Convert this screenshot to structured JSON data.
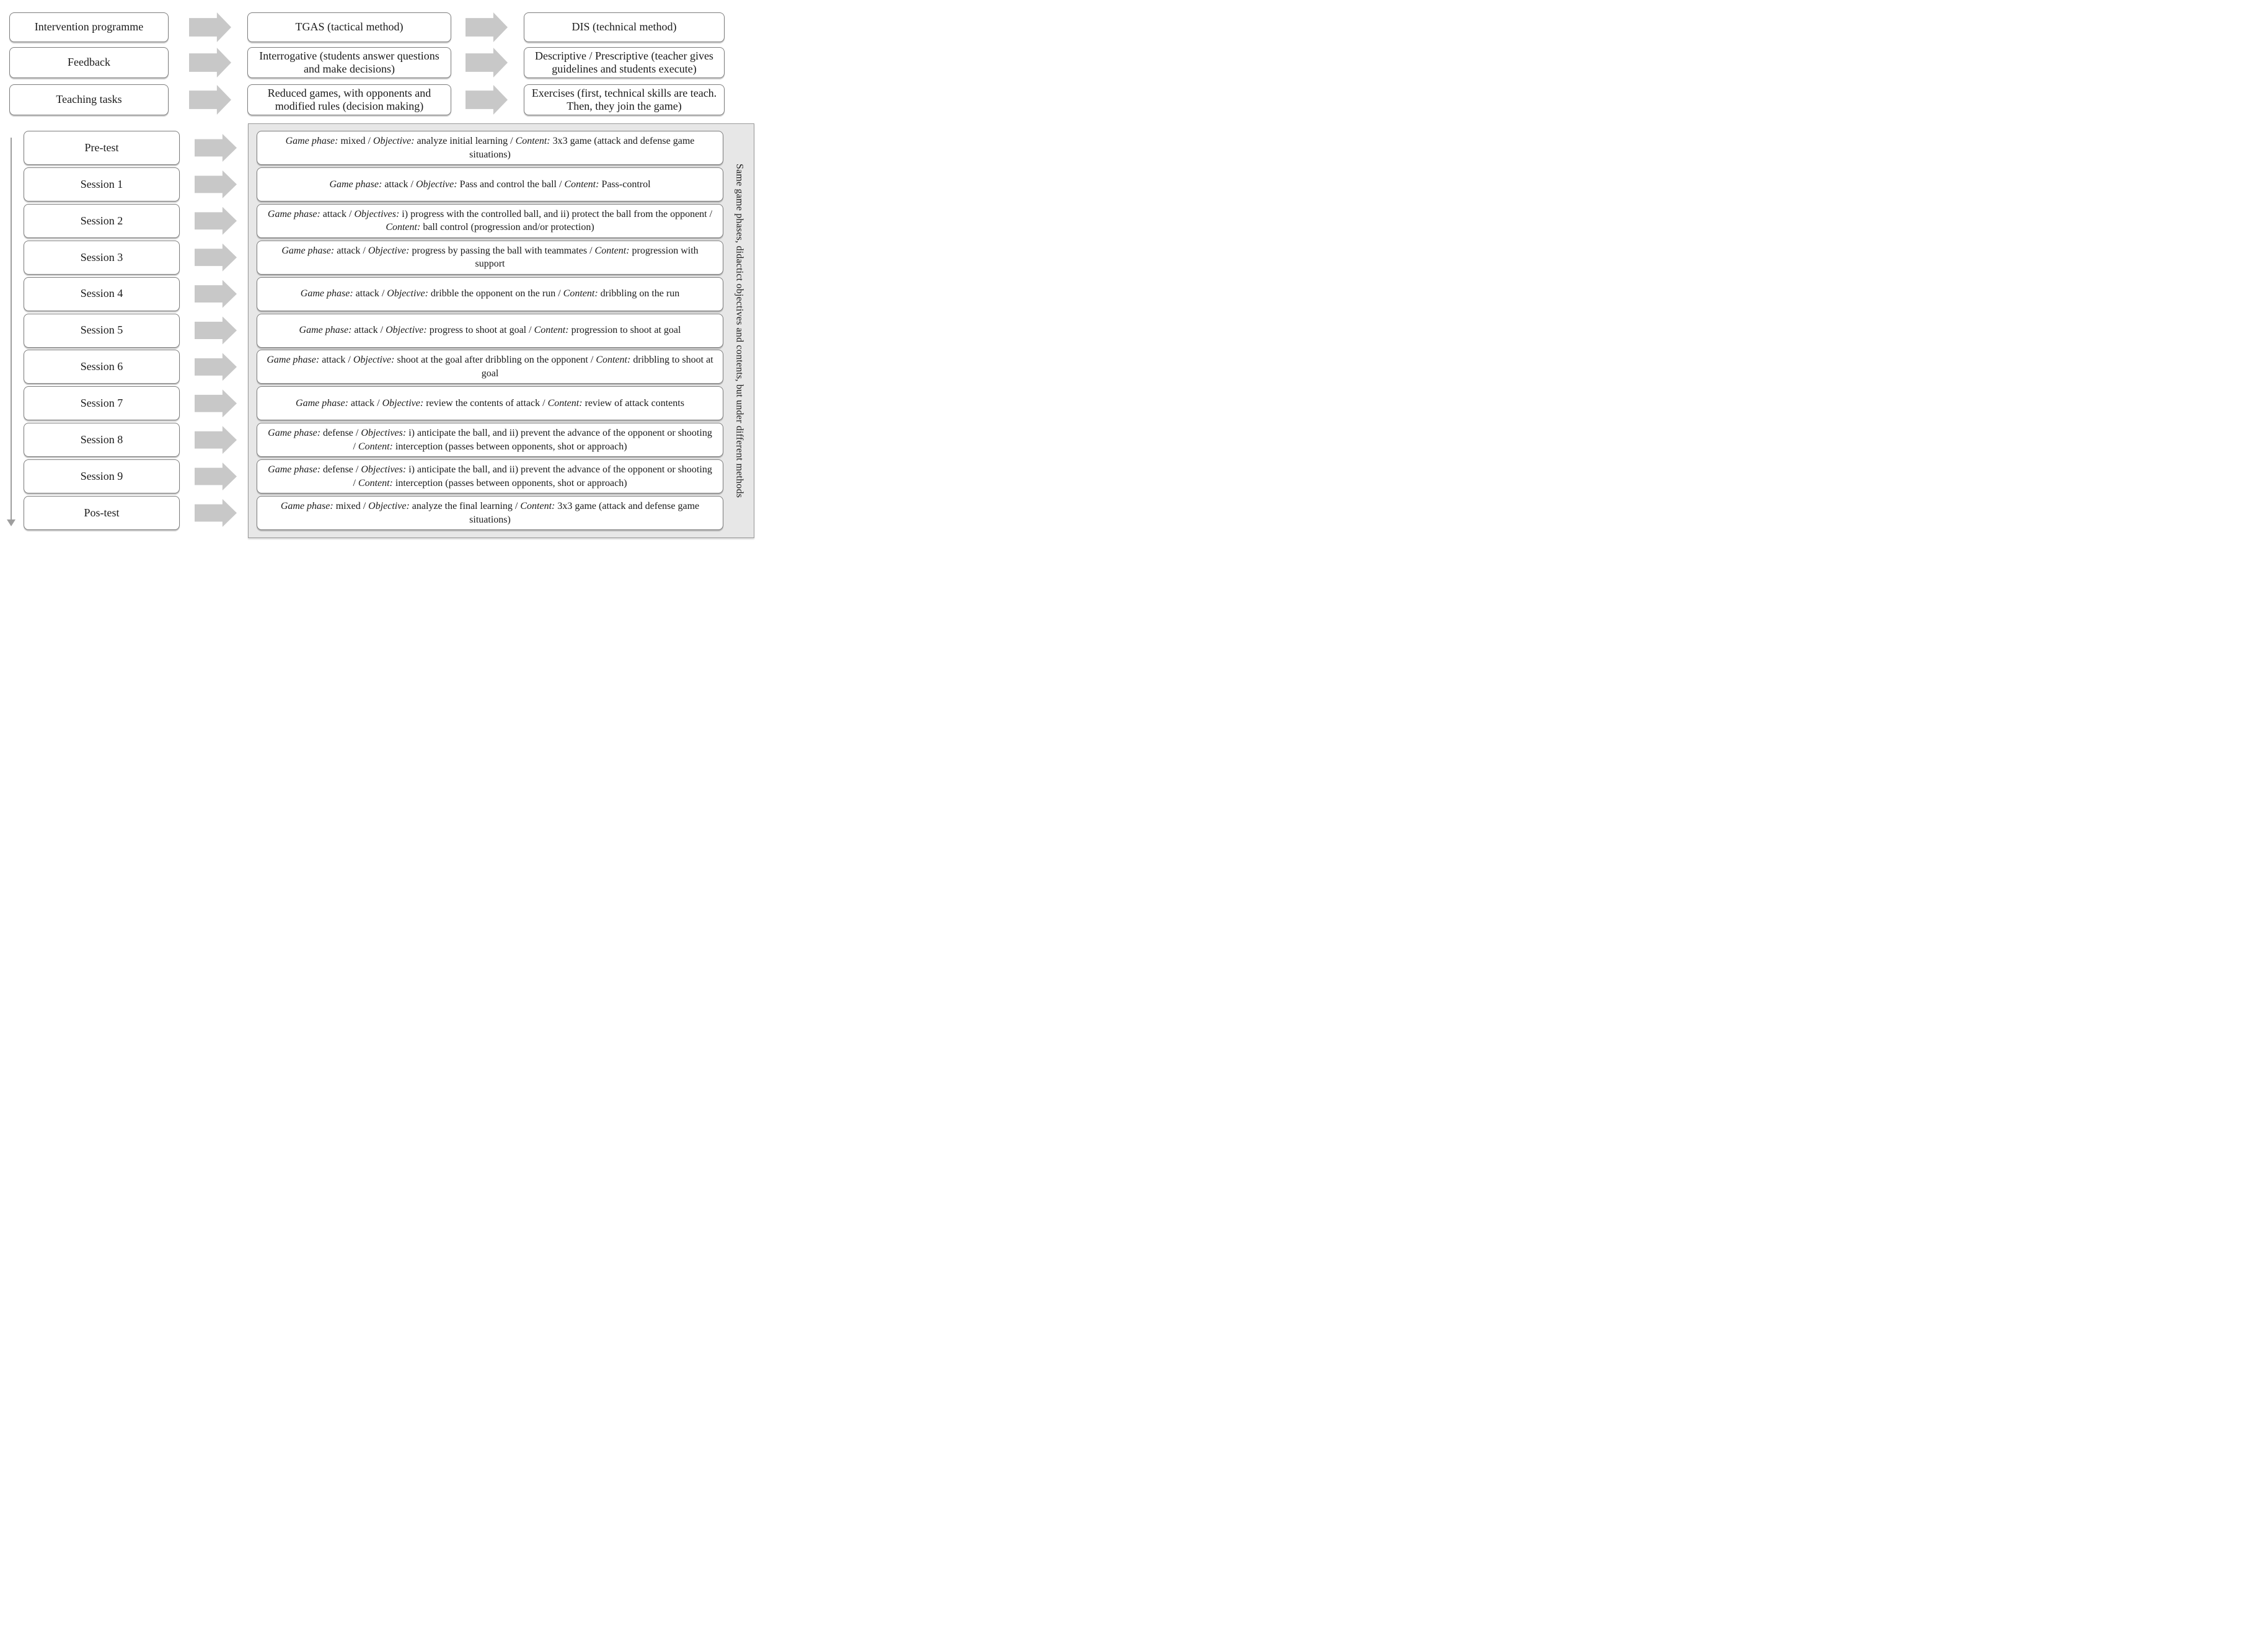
{
  "header_rows": [
    {
      "left": "Intervention programme",
      "middle": "TGAS (tactical method)",
      "right": "DIS (technical method)"
    },
    {
      "left": "Feedback",
      "middle": "Interrogative (students answer questions and make decisions)",
      "right": "Descriptive / Prescriptive (teacher gives guidelines and students execute)"
    },
    {
      "left": "Teaching tasks",
      "middle": "Reduced games, with opponents and modified rules (decision making)",
      "right": "Exercises (first, technical skills are teach. Then, they join the game)"
    }
  ],
  "sessions": [
    {
      "label": "Pre-test",
      "content": [
        {
          "t": "Game phase:",
          "em": true
        },
        {
          "t": " mixed / "
        },
        {
          "t": "Objective:",
          "em": true
        },
        {
          "t": " analyze initial learning / "
        },
        {
          "t": "Content:",
          "em": true
        },
        {
          "t": " 3x3 game (attack and defense game situations)"
        }
      ]
    },
    {
      "label": "Session 1",
      "content": [
        {
          "t": "Game phase:",
          "em": true
        },
        {
          "t": " attack / "
        },
        {
          "t": "Objective:",
          "em": true
        },
        {
          "t": "  Pass and control the ball / "
        },
        {
          "t": "Content:",
          "em": true
        },
        {
          "t": " Pass-control"
        }
      ]
    },
    {
      "label": "Session 2",
      "content": [
        {
          "t": "Game phase:",
          "em": true
        },
        {
          "t": " attack / "
        },
        {
          "t": "Objectives:",
          "em": true
        },
        {
          "t": "  i) progress with the controlled ball, and ii) protect the ball from the opponent / "
        },
        {
          "t": "Content:",
          "em": true
        },
        {
          "t": " ball control (progression and/or protection)"
        }
      ]
    },
    {
      "label": "Session 3",
      "content": [
        {
          "t": "Game phase:",
          "em": true
        },
        {
          "t": " attack / "
        },
        {
          "t": "Objective:",
          "em": true
        },
        {
          "t": " progress by passing the ball with teammates / "
        },
        {
          "t": "Content:",
          "em": true
        },
        {
          "t": " progression with support"
        }
      ]
    },
    {
      "label": "Session 4",
      "content": [
        {
          "t": "Game phase:",
          "em": true
        },
        {
          "t": " attack / "
        },
        {
          "t": "Objective:",
          "em": true
        },
        {
          "t": " dribble the opponent on the run / "
        },
        {
          "t": "Content:",
          "em": true
        },
        {
          "t": " dribbling on the run"
        }
      ]
    },
    {
      "label": "Session 5",
      "content": [
        {
          "t": "Game phase:",
          "em": true
        },
        {
          "t": " attack / "
        },
        {
          "t": "Objective:",
          "em": true
        },
        {
          "t": " progress to shoot at goal / "
        },
        {
          "t": "Content:",
          "em": true
        },
        {
          "t": " progression to shoot at goal"
        }
      ]
    },
    {
      "label": "Session 6",
      "content": [
        {
          "t": "Game phase:",
          "em": true
        },
        {
          "t": " attack / "
        },
        {
          "t": "Objective:",
          "em": true
        },
        {
          "t": " shoot at the goal after dribbling on the opponent / "
        },
        {
          "t": "Content:",
          "em": true
        },
        {
          "t": " dribbling to shoot at goal"
        }
      ]
    },
    {
      "label": "Session 7",
      "content": [
        {
          "t": "Game phase:",
          "em": true
        },
        {
          "t": " attack / "
        },
        {
          "t": "Objective:",
          "em": true
        },
        {
          "t": " review the contents of attack / "
        },
        {
          "t": "Content:",
          "em": true
        },
        {
          "t": " review of attack contents"
        }
      ]
    },
    {
      "label": "Session 8",
      "content": [
        {
          "t": "Game phase:",
          "em": true
        },
        {
          "t": " defense / "
        },
        {
          "t": "Objectives:",
          "em": true
        },
        {
          "t": " i) anticipate the ball, and ii) prevent the advance of the opponent or shooting / "
        },
        {
          "t": "Content:",
          "em": true
        },
        {
          "t": " interception (passes between opponents, shot or approach)"
        }
      ]
    },
    {
      "label": "Session 9",
      "content": [
        {
          "t": "Game phase:",
          "em": true
        },
        {
          "t": " defense / "
        },
        {
          "t": "Objectives:",
          "em": true
        },
        {
          "t": " i) anticipate the ball, and ii) prevent the advance of the opponent or shooting / "
        },
        {
          "t": "Content:",
          "em": true
        },
        {
          "t": " interception (passes between opponents, shot or approach)"
        }
      ]
    },
    {
      "label": "Pos-test",
      "content": [
        {
          "t": "Game phase:",
          "em": true
        },
        {
          "t": " mixed / "
        },
        {
          "t": "Objective:",
          "em": true
        },
        {
          "t": " analyze the final learning / "
        },
        {
          "t": "Content:",
          "em": true
        },
        {
          "t": " 3x3 game (attack and defense game situations)"
        }
      ]
    }
  ],
  "side_note": "Same game phases, didactict objectives and contents, but under different methods",
  "colors": {
    "arrow": "#c8c8c8",
    "panel": "#e7e7e7",
    "panel-border": "#9a9a9a",
    "box-border": "#7d7d7d",
    "ink": "#1a1a1a"
  }
}
